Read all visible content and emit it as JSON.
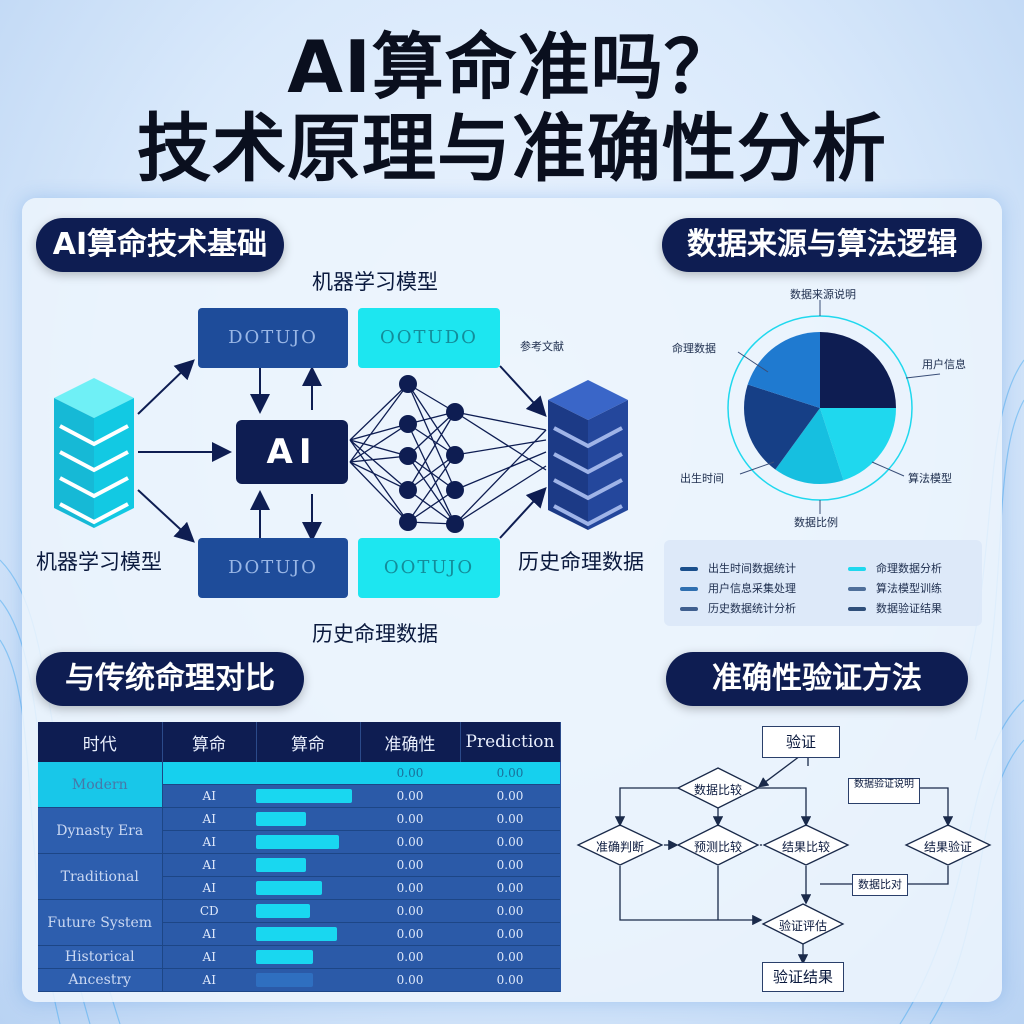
{
  "header": {
    "title_line1": "AI算命准吗？",
    "title_line2": "技术原理与准确性分析"
  },
  "sections": {
    "tech_basis": "AI算命技术基础",
    "data_logic": "数据来源与算法逻辑",
    "compare": "与传统命理对比",
    "verify": "准确性验证方法"
  },
  "architecture": {
    "top_label": "机器学习模型",
    "left_label": "机器学习模型",
    "right_label": "历史命理数据",
    "bottom_label": "历史命理数据",
    "center": "AI",
    "boxes": [
      "DOTUJO",
      "OOTUDO",
      "DOTUJO",
      "OOTUJO"
    ]
  },
  "pie": {
    "top_label": "数据来源说明",
    "left_label": "命理数据",
    "right_label": "用户信息",
    "bottom_left_label": "出生时间",
    "bottom_right_label": "算法模型",
    "bottom_label": "数据比例",
    "note_label": "参考文献",
    "slices": [
      {
        "value": 25,
        "color": "#0e1d52"
      },
      {
        "value": 20,
        "color": "#1fd8ee"
      },
      {
        "value": 15,
        "color": "#16bfe0"
      },
      {
        "value": 20,
        "color": "#163f86"
      },
      {
        "value": 20,
        "color": "#1f7ad0"
      }
    ],
    "legend": [
      {
        "text": "出生时间数据统计",
        "color": "#1a4f8c"
      },
      {
        "text": "命理数据分析",
        "color": "#1fd8ee"
      },
      {
        "text": "用户信息采集处理",
        "color": "#2f6fb0"
      },
      {
        "text": "算法模型训练",
        "color": "#4f6f9a"
      },
      {
        "text": "历史数据统计分析",
        "color": "#3f5f8f"
      },
      {
        "text": "数据验证结果",
        "color": "#2f4f7a"
      }
    ]
  },
  "table": {
    "headers": [
      "时代",
      "算命",
      "算命",
      "准确性",
      "Prediction"
    ],
    "eras": [
      "Modern",
      "Dynasty Era",
      "Traditional",
      "Future System",
      "Historical",
      "Ancestry"
    ],
    "rows": [
      {
        "c1": "",
        "bar": 0,
        "c3": "0.00",
        "c4": "0.00",
        "hl": true
      },
      {
        "c1": "AI",
        "bar": 0.92,
        "c3": "0.00",
        "c4": "0.00"
      },
      {
        "c1": "AI",
        "bar": 0.48,
        "c3": "0.00",
        "c4": "0.00"
      },
      {
        "c1": "AI",
        "bar": 0.8,
        "c3": "0.00",
        "c4": "0.00"
      },
      {
        "c1": "AI",
        "bar": 0.48,
        "c3": "0.00",
        "c4": "0.00"
      },
      {
        "c1": "AI",
        "bar": 0.63,
        "c3": "0.00",
        "c4": "0.00"
      },
      {
        "c1": "CD",
        "bar": 0.52,
        "c3": "0.00",
        "c4": "0.00"
      },
      {
        "c1": "AI",
        "bar": 0.78,
        "c3": "0.00",
        "c4": "0.00"
      },
      {
        "c1": "AI",
        "bar": 0.55,
        "c3": "0.00",
        "c4": "0.00"
      },
      {
        "c1": "AI",
        "bar": 0.55,
        "c3": "0.00",
        "c4": "0.00",
        "dim": true
      }
    ]
  },
  "flow": {
    "start": "验证",
    "note": "数据验证说明",
    "d1": "数据比较",
    "d2": "准确判断",
    "d3": "预测比较",
    "d4": "结果比较",
    "d5": "结果验证",
    "d6": "验证评估",
    "side_note": "数据比对",
    "end": "验证结果"
  }
}
